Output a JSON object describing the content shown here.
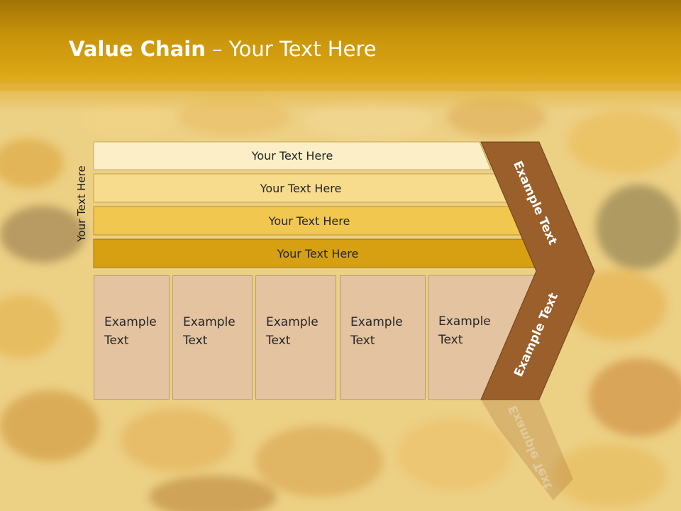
{
  "title": {
    "bold": "Value Chain",
    "rest": " – Your Text Here"
  },
  "side_label": "Your Text Here",
  "bars": [
    {
      "label": "Your Text Here",
      "color": "#fcefc7"
    },
    {
      "label": "Your Text Here",
      "color": "#f7dc8e"
    },
    {
      "label": "Your Text Here",
      "color": "#f2c74f"
    },
    {
      "label": "Your Text Here",
      "color": "#d7a012"
    }
  ],
  "cards": [
    {
      "line1": "Example",
      "line2": "Text"
    },
    {
      "line1": "Example",
      "line2": "Text"
    },
    {
      "line1": "Example",
      "line2": "Text"
    },
    {
      "line1": "Example",
      "line2": "Text"
    },
    {
      "line1": "Example",
      "line2": "Text"
    }
  ],
  "chevron": {
    "upper_label": "Example Text",
    "lower_label": "Example Text",
    "color": "#9a5f2a"
  },
  "colors": {
    "header": "#c8940b",
    "card": "#e3c3a0"
  }
}
